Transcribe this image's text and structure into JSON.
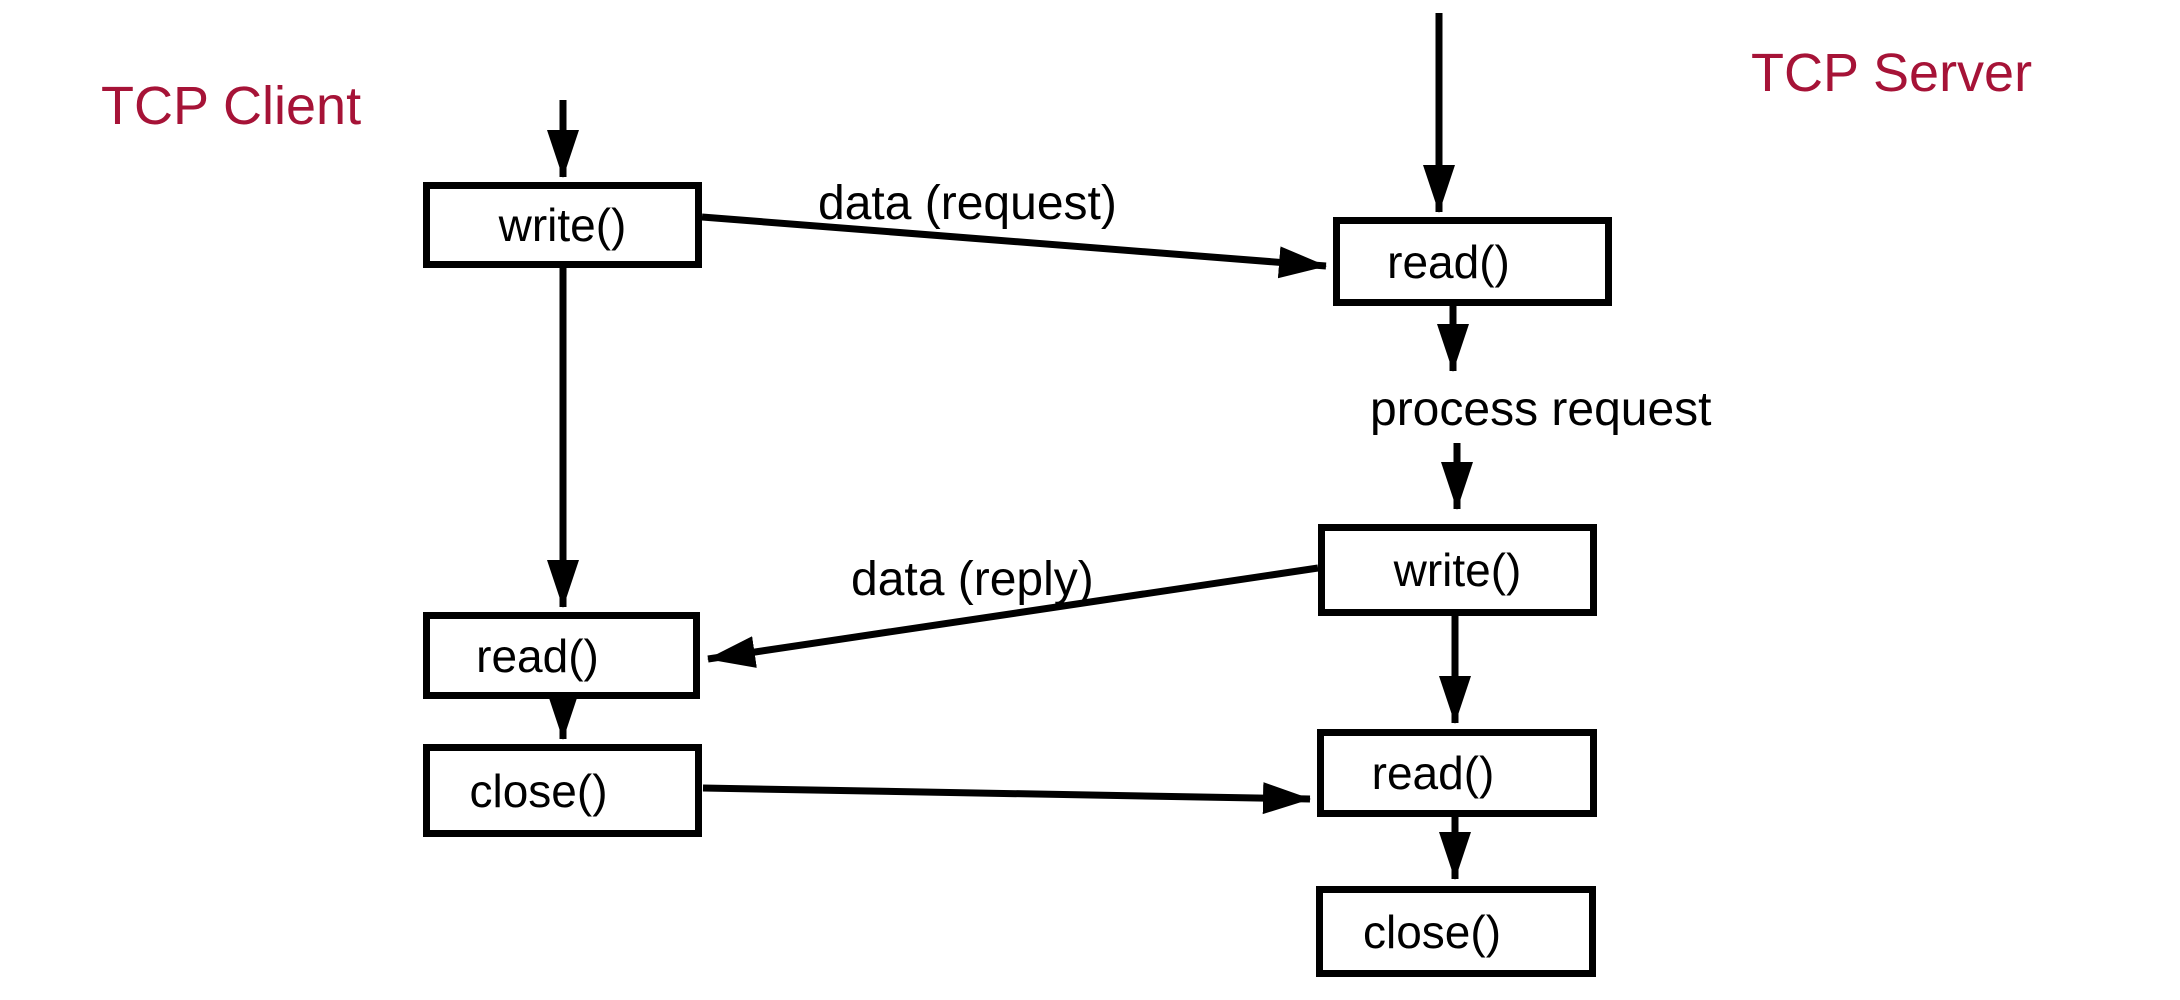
{
  "diagram": {
    "title_left": "TCP Client",
    "title_right": "TCP Server",
    "colors": {
      "accent": "#A61337",
      "line": "#000000",
      "background": "#FFFFFF"
    },
    "client": {
      "nodes": [
        {
          "label": "write()"
        },
        {
          "label": "read()"
        },
        {
          "label": "close()"
        }
      ]
    },
    "server": {
      "nodes": [
        {
          "label": "read()"
        },
        {
          "label": "write()"
        },
        {
          "label": "read()"
        },
        {
          "label": "close()"
        }
      ]
    },
    "annotations": {
      "request": "data (request)",
      "process": "process request",
      "reply": "data (reply)"
    }
  }
}
